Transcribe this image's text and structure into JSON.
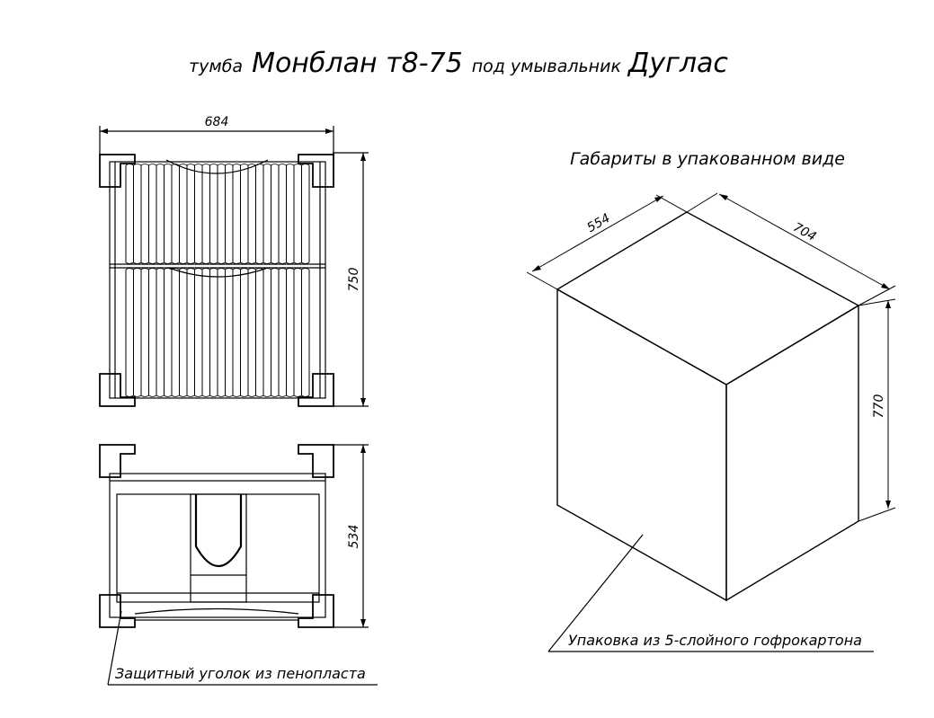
{
  "title": {
    "prefix": "тумба",
    "model": "Монблан т8-75",
    "middle": "под умывальник",
    "sink": "Дуглас"
  },
  "packaged_caption": "Габариты в упакованном виде",
  "dimensions": {
    "front_width": "684",
    "front_height": "750",
    "top_depth": "534",
    "box_depth": "554",
    "box_width": "704",
    "box_height": "770"
  },
  "labels": {
    "foam_corner": "Защитный уголок из пенопласта",
    "packaging": "Упаковка из 5-слойного гофрокартона"
  }
}
